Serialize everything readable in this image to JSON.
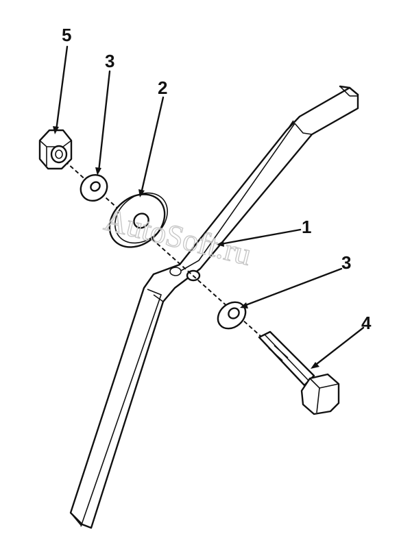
{
  "watermark": "AutoSoft.ru",
  "callouts": [
    {
      "id": "callout-5",
      "label": "5"
    },
    {
      "id": "callout-3-top",
      "label": "3"
    },
    {
      "id": "callout-2",
      "label": "2"
    },
    {
      "id": "callout-1",
      "label": "1"
    },
    {
      "id": "callout-3-bottom",
      "label": "3"
    },
    {
      "id": "callout-4",
      "label": "4"
    }
  ],
  "colors": {
    "line": "#111111",
    "background": "#ffffff",
    "watermark": "#c8c8c8"
  }
}
